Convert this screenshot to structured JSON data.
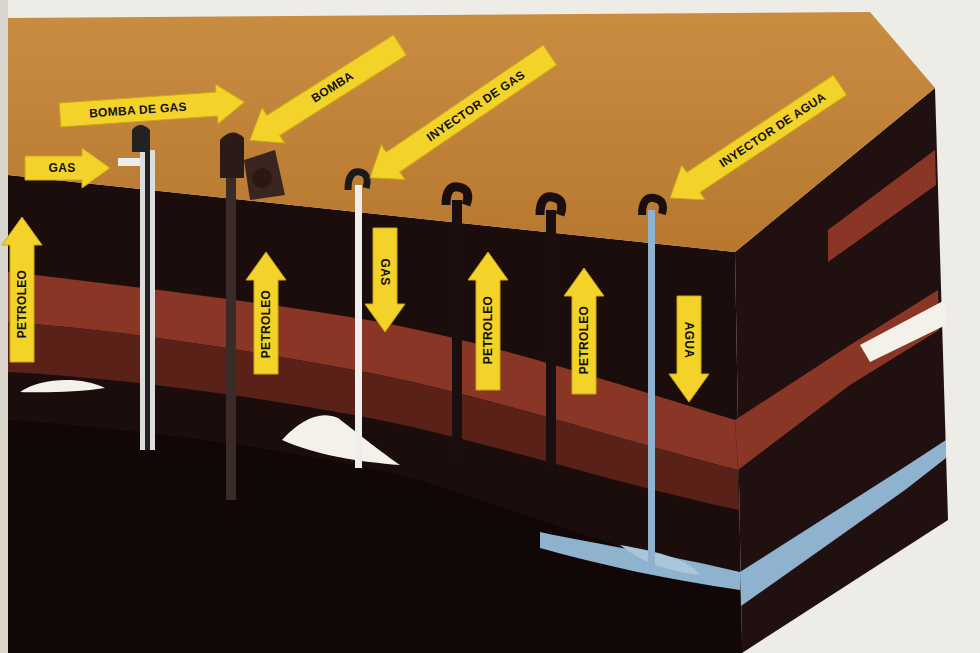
{
  "diagram": {
    "labels": [
      "GAS",
      "BOMBA DE GAS",
      "BOMBA",
      "INYECTOR DE GAS",
      "INYECTOR DE AGUA",
      "PETROLEO",
      "PETROLEO",
      "GAS",
      "PETROLEO",
      "PETROLEO",
      "AGUA"
    ]
  }
}
